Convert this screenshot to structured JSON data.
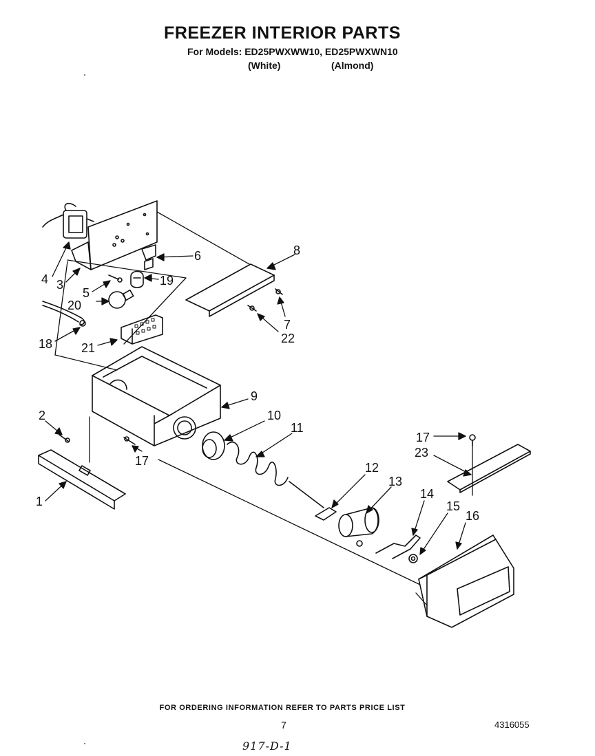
{
  "title": "FREEZER INTERIOR PARTS",
  "models_line": "For Models: ED25PWXWW10, ED25PWXWN10",
  "color_white": "(White)",
  "color_almond": "(Almond)",
  "callouts": [
    "1",
    "2",
    "3",
    "4",
    "5",
    "6",
    "7",
    "8",
    "9",
    "10",
    "11",
    "12",
    "13",
    "14",
    "15",
    "16",
    "17",
    "17",
    "18",
    "19",
    "20",
    "21",
    "22",
    "23"
  ],
  "footer_note": "FOR ORDERING INFORMATION REFER TO PARTS PRICE LIST",
  "page_number": "7",
  "document_number": "4316055",
  "handwritten_note": "917-D-1"
}
